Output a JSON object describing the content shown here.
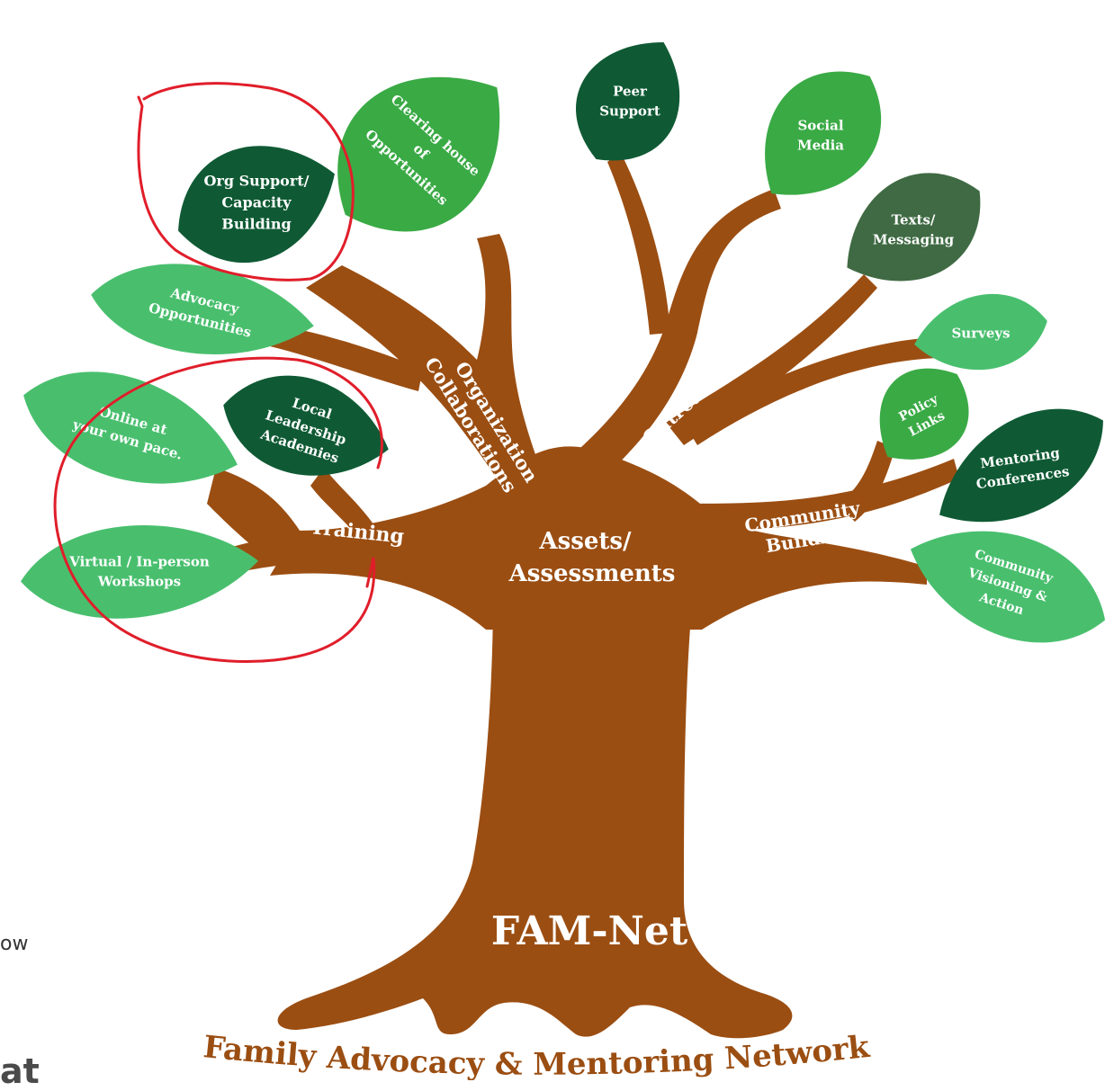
{
  "colors": {
    "trunk": "#9b4e12",
    "leaf_light": "#49bf6e",
    "leaf_mid": "#3aaa45",
    "leaf_dark": "#0f5a34",
    "leaf_olive": "#3f6a43",
    "annotation": "#e01e2a",
    "tagline": "#9b4e12"
  },
  "leaves": [
    {
      "id": "org-support",
      "lines": [
        "Org Support/",
        "Capacity",
        "Building"
      ],
      "color": "leaf_dark"
    },
    {
      "id": "clearing-house",
      "lines": [
        "Clearing house",
        "of",
        "Opportunities"
      ],
      "color": "leaf_mid"
    },
    {
      "id": "peer-support",
      "lines": [
        "Peer",
        "Support"
      ],
      "color": "leaf_dark"
    },
    {
      "id": "social-media",
      "lines": [
        "Social",
        "Media"
      ],
      "color": "leaf_mid"
    },
    {
      "id": "texts-messaging",
      "lines": [
        "Texts/",
        "Messaging"
      ],
      "color": "leaf_olive"
    },
    {
      "id": "advocacy",
      "lines": [
        "Advocacy",
        "Opportunities"
      ],
      "color": "leaf_light"
    },
    {
      "id": "surveys",
      "lines": [
        "Surveys"
      ],
      "color": "leaf_light"
    },
    {
      "id": "online",
      "lines": [
        "Online at",
        "your own pace."
      ],
      "color": "leaf_light"
    },
    {
      "id": "local-leadership",
      "lines": [
        "Local",
        "Leadership",
        "Academies"
      ],
      "color": "leaf_dark"
    },
    {
      "id": "policy-links",
      "lines": [
        "Policy",
        "Links"
      ],
      "color": "leaf_mid"
    },
    {
      "id": "mentoring",
      "lines": [
        "Mentoring",
        "Conferences"
      ],
      "color": "leaf_dark"
    },
    {
      "id": "workshops",
      "lines": [
        "Virtual / In-person",
        "Workshops"
      ],
      "color": "leaf_light"
    },
    {
      "id": "community-visioning",
      "lines": [
        "Community",
        "Visioning &",
        "Action"
      ],
      "color": "leaf_light"
    }
  ],
  "branches": {
    "organization": [
      "Organization",
      "Collaborations"
    ],
    "outreach": "Outreach",
    "training": "Training",
    "community": [
      "Community",
      "Building"
    ]
  },
  "trunk": {
    "assets": [
      "Assets/",
      "Assessments"
    ],
    "name": "FAM-Net"
  },
  "tagline": "Family Advocacy & Mentoring Network",
  "fragments": {
    "left_small": "ow",
    "left_large": "at"
  }
}
